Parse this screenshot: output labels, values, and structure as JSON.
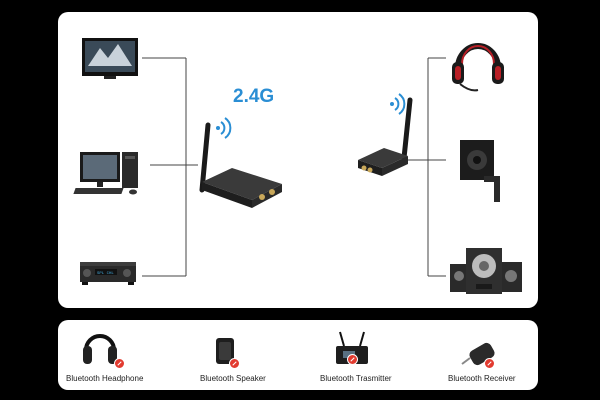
{
  "signal_label": "2.4G",
  "sources": [
    "tv-icon",
    "desktop-computer-icon",
    "av-receiver-icon"
  ],
  "outputs": [
    "gaming-headset-icon",
    "bookshelf-speaker-icon",
    "speaker-system-icon"
  ],
  "incompatible_devices": [
    {
      "label": "Bluetooth Headphone",
      "icon": "headphone-icon"
    },
    {
      "label": "Bluetooth Speaker",
      "icon": "portable-speaker-icon"
    },
    {
      "label": "Bluetooth Trasmitter",
      "icon": "bluetooth-transmitter-icon"
    },
    {
      "label": "Bluetooth Receiver",
      "icon": "bluetooth-receiver-icon"
    }
  ],
  "colors": {
    "background": "#000000",
    "panel": "#ffffff",
    "signal_text": "#2a8ed4",
    "no_badge": "#e23b30"
  }
}
